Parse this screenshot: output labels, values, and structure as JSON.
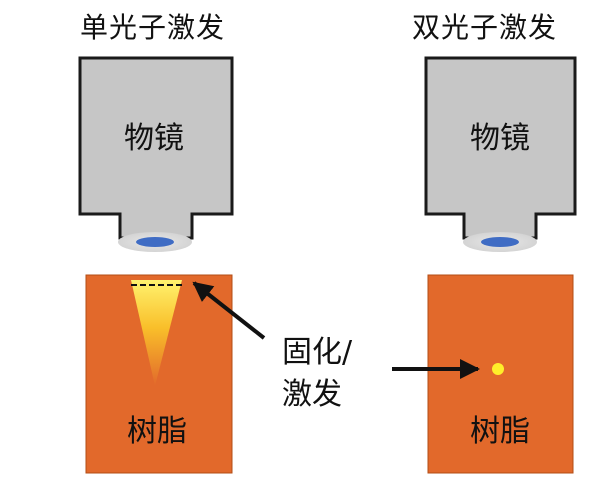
{
  "panels": {
    "single": {
      "title": "单光子激发",
      "objective_label": "物镜",
      "resin_label": "树脂"
    },
    "double": {
      "title": "双光子激发",
      "objective_label": "物镜",
      "resin_label": "树脂"
    }
  },
  "annotation": {
    "line1": "固化/",
    "line2": "激发"
  },
  "colors": {
    "objective_fill": "#c6c6c6",
    "objective_stroke": "#1a1a1a",
    "lens_light": "#dcdcdc",
    "lens_blue": "#3f6cc4",
    "resin": "#e2692b",
    "resin_stroke": "#b34d16",
    "beam_top": "#fff06a",
    "beam_mid": "#f7b11c",
    "focal_dot": "#ffef2a",
    "arrow": "#111111"
  },
  "icons": [
    "arrow-icon"
  ]
}
